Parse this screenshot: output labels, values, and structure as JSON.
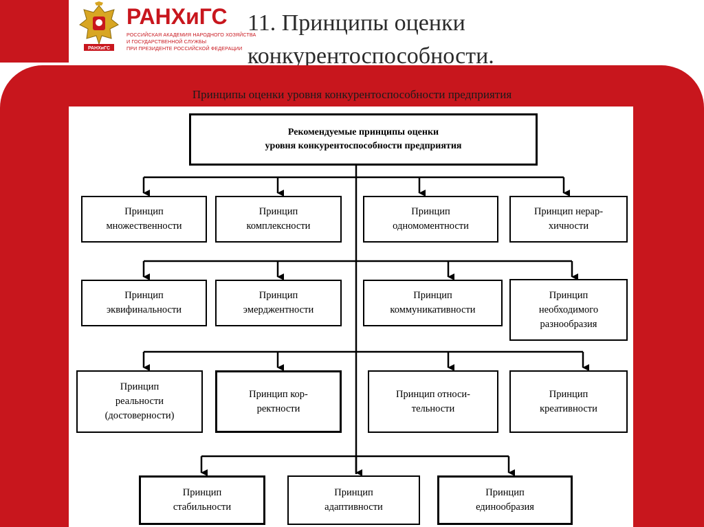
{
  "logo": {
    "brand": "РАНХиГС",
    "subtitle_lines": [
      "РОССИЙСКАЯ АКАДЕМИЯ НАРОДНОГО ХОЗЯЙСТВА",
      "И ГОСУДАРСТВЕННОЙ СЛУЖБЫ",
      "ПРИ ПРЕЗИДЕНТЕ РОССИЙСКОЙ ФЕДЕРАЦИИ"
    ],
    "emblem_label": "РАНХиГС"
  },
  "slide": {
    "title_lines": [
      "11. Принципы оценки",
      "конкурентоспособности."
    ],
    "subtitle": "Принципы оценки уровня конкурентоспособности предприятия"
  },
  "colors": {
    "accent": "#c8161d",
    "line": "#000000"
  },
  "diagram": {
    "top_box": [
      "Рекомендуемые принципы оценки",
      "уровня конкурентоспособности предприятия"
    ],
    "row1": [
      [
        "Принцип",
        "множественности"
      ],
      [
        "Принцип",
        "комплексности"
      ],
      [
        "Принцип",
        "одномоментности"
      ],
      [
        "Принцип нерар-",
        "хичности"
      ]
    ],
    "row2": [
      [
        "Принцип",
        "эквифинальности"
      ],
      [
        "Принцип",
        "эмерджентности"
      ],
      [
        "Принцип",
        "коммуникативности"
      ],
      [
        "Принцип",
        "необходимого",
        "разнообразия"
      ]
    ],
    "row3": [
      [
        "Принцип",
        "реальности",
        "(достоверности)"
      ],
      [
        "Принцип кор-",
        "ректности"
      ],
      [
        "Принцип относи-",
        "тельности"
      ],
      [
        "Принцип",
        "креативности"
      ]
    ],
    "row4": [
      [
        "Принцип",
        "стабильности"
      ],
      [
        "Принцип",
        "адаптивности"
      ],
      [
        "Принцип",
        "единообразия"
      ]
    ]
  }
}
